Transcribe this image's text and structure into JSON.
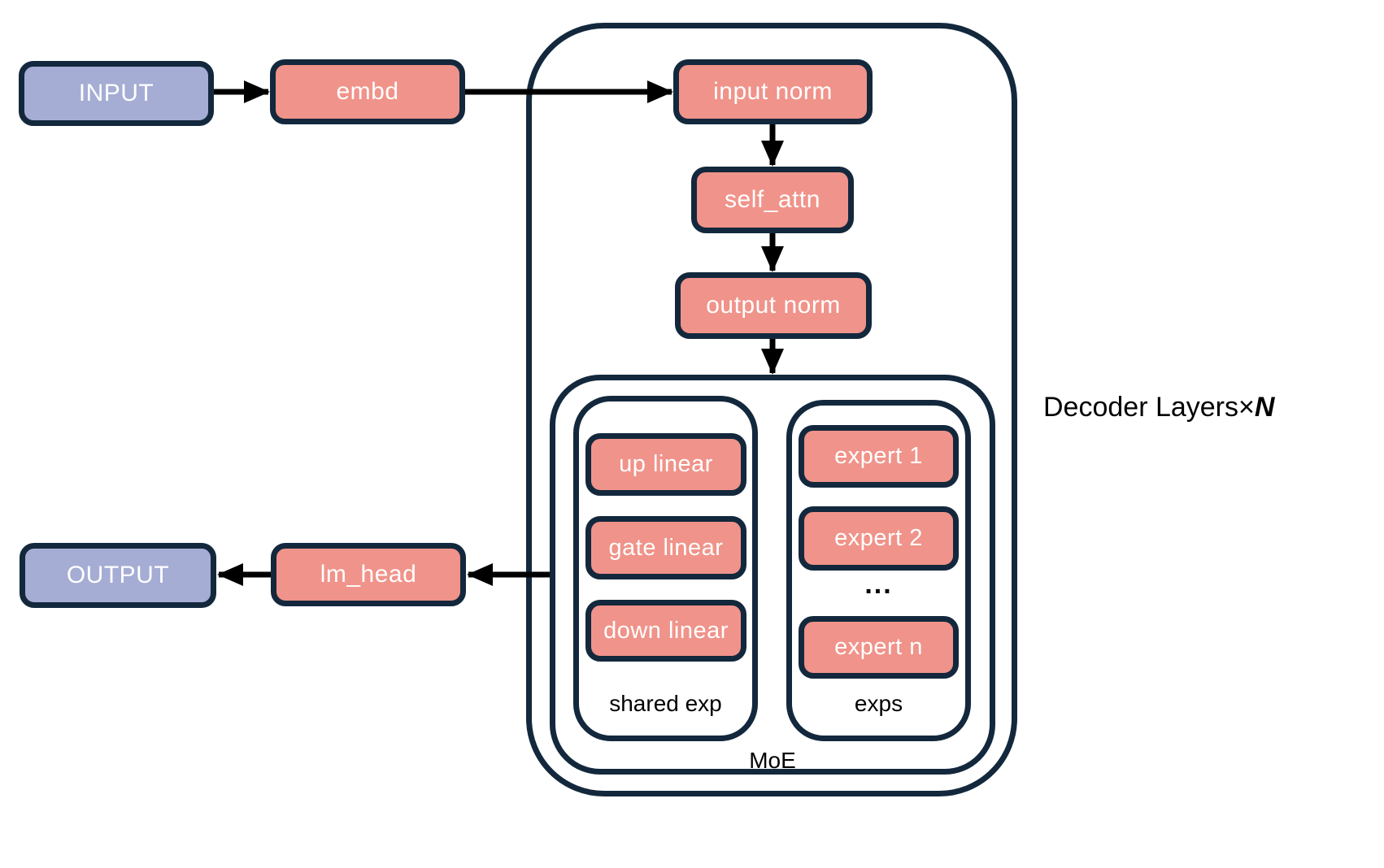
{
  "nodes": {
    "input": "INPUT",
    "embd": "embd",
    "input_norm": "input norm",
    "self_attn": "self_attn",
    "output_norm": "output norm",
    "up_linear": "up linear",
    "gate_linear": "gate linear",
    "down_linear": "down linear",
    "expert_1": "expert 1",
    "expert_2": "expert 2",
    "expert_dots": "...",
    "expert_n": "expert n",
    "lm_head": "lm_head",
    "output": "OUTPUT"
  },
  "labels": {
    "shared_exp": "shared exp",
    "exps": "exps",
    "moe": "MoE",
    "decoder_layers": "Decoder Layers",
    "times": "×",
    "n": "N"
  },
  "colors": {
    "io_fill": "#a5add4",
    "module_fill": "#f0938a",
    "border": "#13283c",
    "arrow": "#000000",
    "box_text": "#ffffff",
    "label_text": "#000000",
    "background": "#ffffff"
  }
}
